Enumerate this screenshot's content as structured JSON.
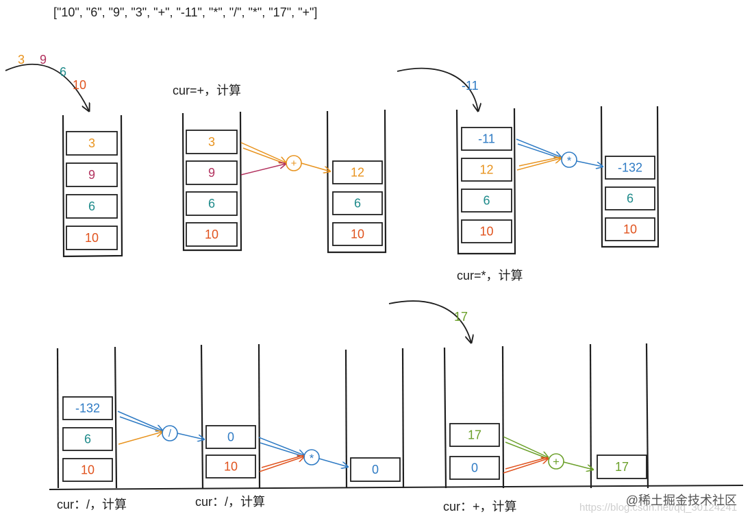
{
  "title_tokens": "[\"10\", \"6\", \"9\", \"3\", \"+\", \"-11\", \"*\", \"/\", \"*\", \"17\", \"+\"]",
  "colors": {
    "orange": "#E8931E",
    "purple": "#B2325E",
    "teal": "#1E8A8A",
    "red": "#E0531E",
    "blue": "#2F7BC4",
    "green": "#6BA02A",
    "ink": "#1f1f1f"
  },
  "captions": {
    "step1": "cur=+，计算",
    "step2": "cur=*，计算",
    "step3": "cur：/，计算",
    "step4": "cur：/，计算",
    "step5": "cur：+，计算"
  },
  "incoming": {
    "a": [
      "3",
      "9",
      "6",
      "10"
    ],
    "b": "-11",
    "c": "17"
  },
  "stacks": [
    {
      "id": "s1",
      "items": [
        "3",
        "9",
        "6",
        "10"
      ]
    },
    {
      "id": "s2",
      "items": [
        "3",
        "9",
        "6",
        "10"
      ]
    },
    {
      "id": "s3",
      "items": [
        "12",
        "6",
        "10"
      ]
    },
    {
      "id": "s4",
      "items": [
        "-11",
        "12",
        "6",
        "10"
      ]
    },
    {
      "id": "s5",
      "items": [
        "-132",
        "6",
        "10"
      ]
    },
    {
      "id": "s6",
      "items": [
        "-132",
        "6",
        "10"
      ]
    },
    {
      "id": "s7",
      "items": [
        "0",
        "10"
      ]
    },
    {
      "id": "s8",
      "items": [
        "0"
      ]
    },
    {
      "id": "s9",
      "items": [
        "17",
        "0"
      ]
    },
    {
      "id": "s10",
      "items": [
        "17"
      ]
    }
  ],
  "operators": [
    "+",
    "*",
    "/",
    "*",
    "+"
  ],
  "watermark": "@稀土掘金技术社区",
  "watermark_url": "https://blog.csdn.net/qq_30124241"
}
